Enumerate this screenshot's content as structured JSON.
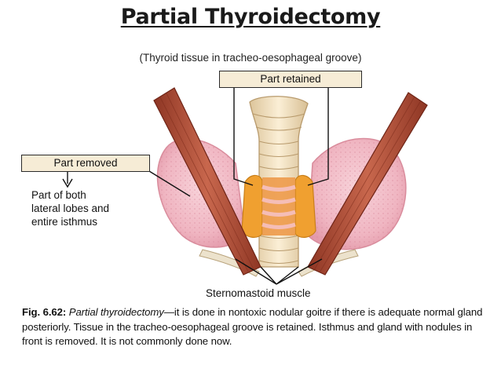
{
  "title": "Partial Thyroidectomy",
  "subtitle": "(Thyroid tissue in tracheo-oesophageal groove)",
  "labels": {
    "retained": "Part retained",
    "removed": "Part removed",
    "removed_desc": [
      "Part of both",
      "lateral lobes and",
      "entire isthmus"
    ],
    "muscle": "Sternomastoid muscle"
  },
  "caption": {
    "fig_number": "Fig. 6.62:",
    "term": "Partial thyroidectomy",
    "text": "—it is done in nontoxic nodular goitre if there is adequate normal gland posteriorly. Tissue in the tracheo-oesophageal groove is retained. Isthmus and gland with nodules in front is removed. It is not commonly done now."
  },
  "colors": {
    "gland": "#f3c2cc",
    "retained_tissue": "#f0a030",
    "muscle": "#b4543e",
    "trachea": "#f4e2c0",
    "label_fill": "#f6ecd6"
  }
}
